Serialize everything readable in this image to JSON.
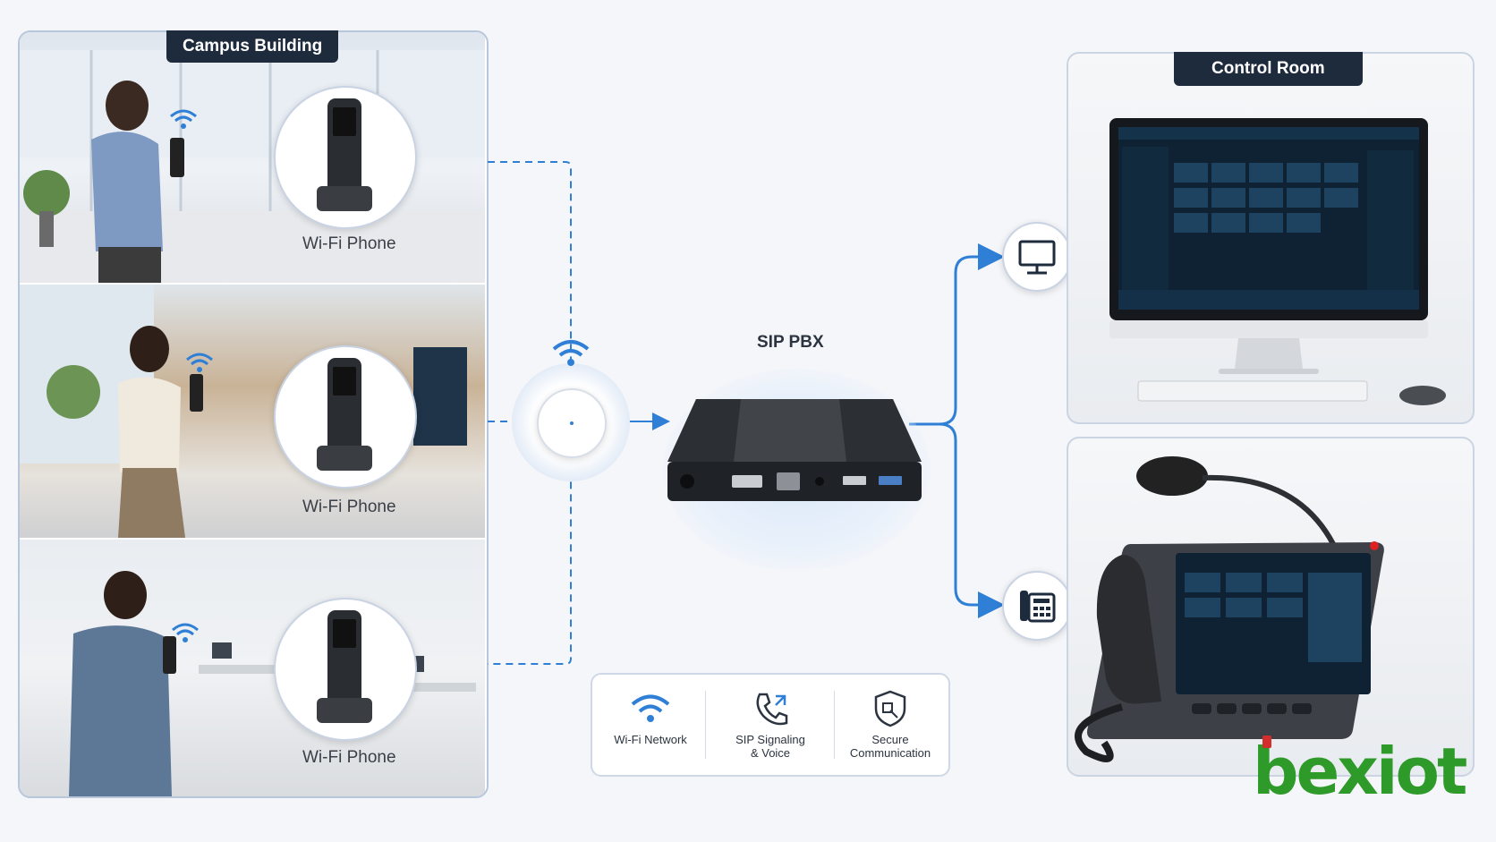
{
  "campus": {
    "title": "Campus Building",
    "phones": [
      {
        "label": "Wi-Fi Phone"
      },
      {
        "label": "Wi-Fi Phone"
      },
      {
        "label": "Wi-Fi Phone"
      }
    ]
  },
  "pbx": {
    "title": "SIP PBX"
  },
  "control_room": {
    "title": "Control Room"
  },
  "legend": {
    "items": [
      {
        "label": "Wi-Fi Network",
        "icon": "wifi-icon"
      },
      {
        "label": "SIP Signaling\n& Voice",
        "icon": "phone-signal-icon"
      },
      {
        "label": "Secure\nCommunication",
        "icon": "shield-icon"
      }
    ]
  },
  "brand": {
    "logo": "bexiot"
  },
  "colors": {
    "accent": "#2f7fd6",
    "tag_bg": "#1e2b3d",
    "logo": "#2e9a2a"
  }
}
